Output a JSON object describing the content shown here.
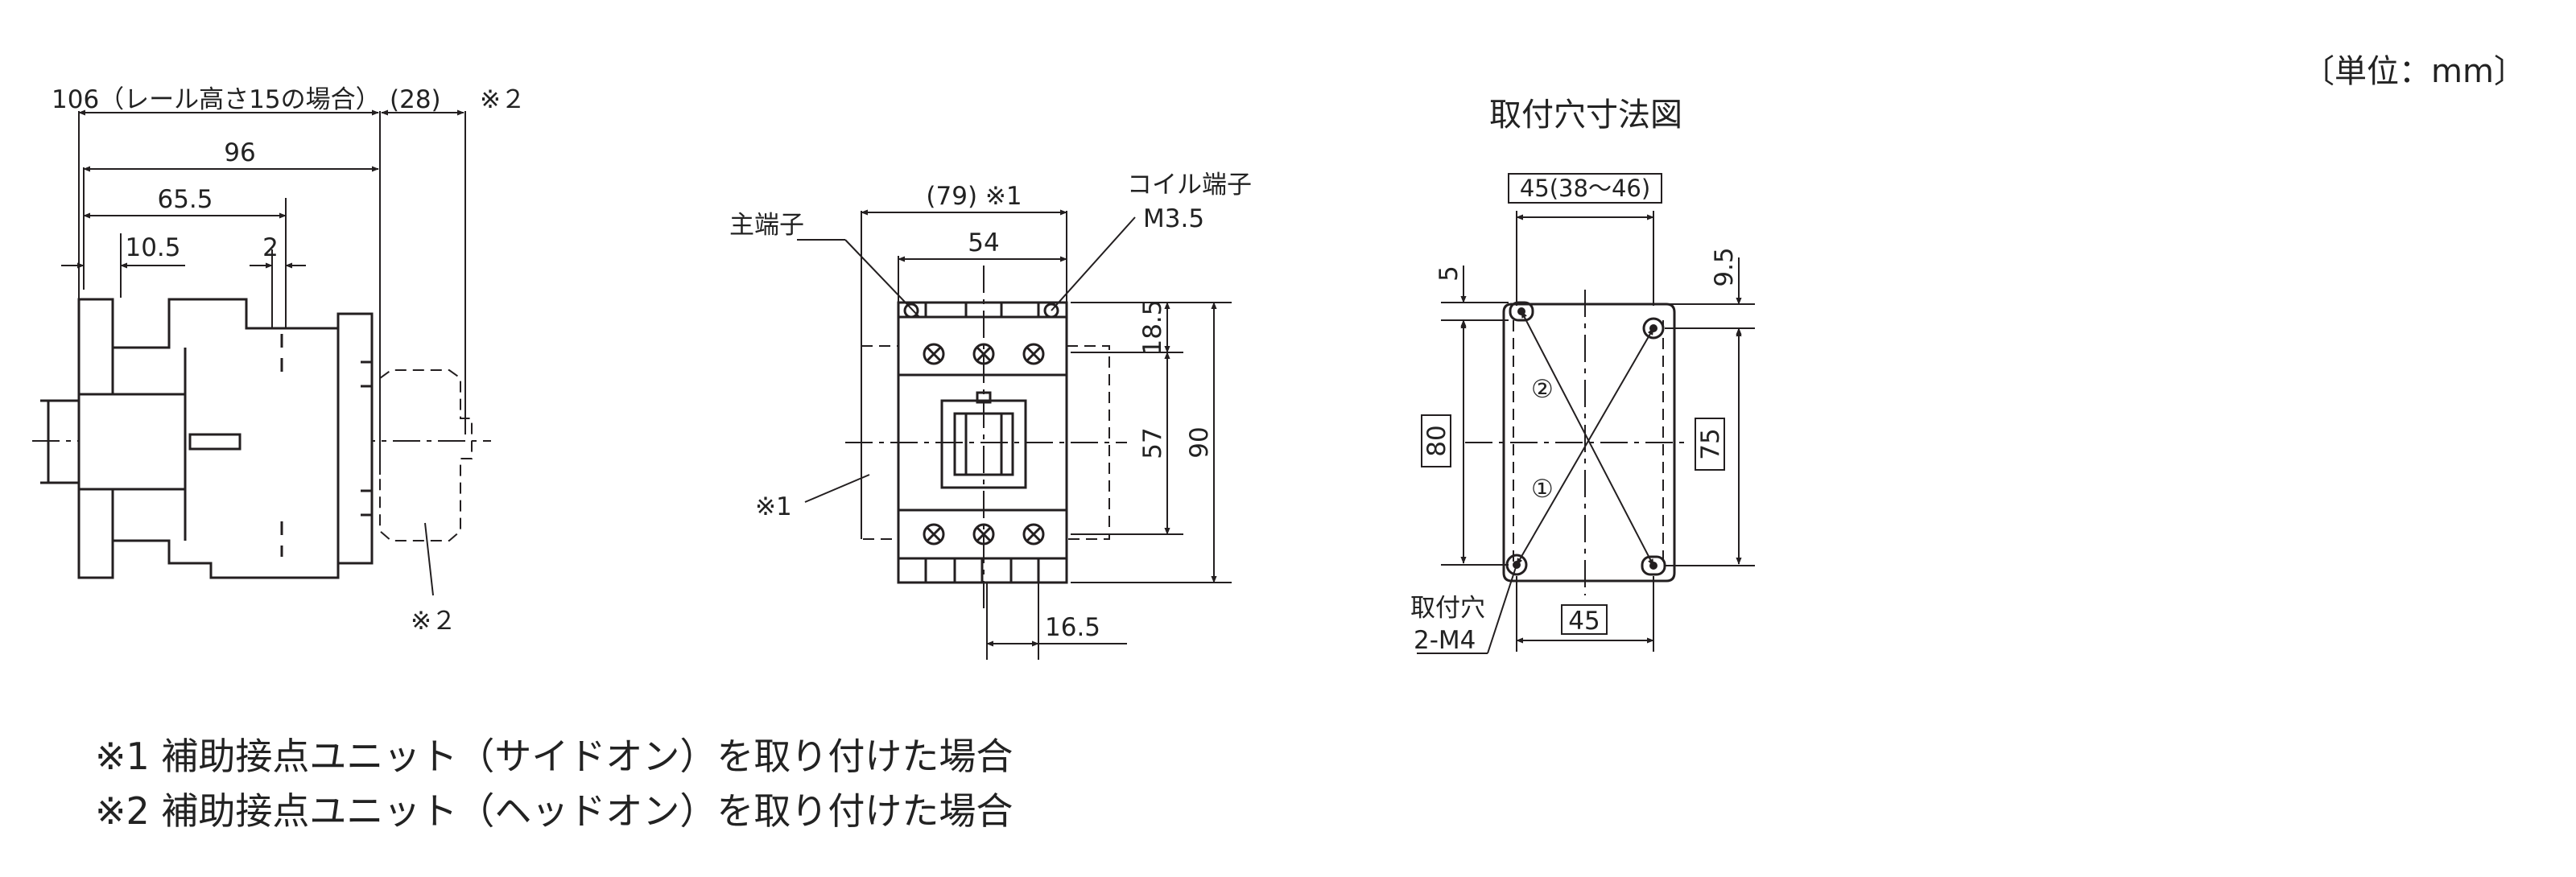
{
  "unit_label": "〔単位：mm〕",
  "side_view": {
    "dim_total": "106（レール高さ15の場合）",
    "dim_head": "(28)",
    "dim_head_note": "※２",
    "dim_96": "96",
    "dim_65_5": "65.5",
    "dim_10_5": "10.5",
    "dim_2": "2",
    "callout_head": "※２"
  },
  "front_view": {
    "dim_79": "(79) ※1",
    "dim_54": "54",
    "dim_18_5": "18.5",
    "dim_57": "57",
    "dim_90": "90",
    "dim_16_5": "16.5",
    "label_main_terminal": "主端子",
    "label_coil_terminal": "コイル端子",
    "label_coil_screw": "M3.5",
    "callout_side": "※1"
  },
  "mount_view": {
    "title": "取付穴寸法図",
    "dim_top": "45(38〜46)",
    "dim_5": "5",
    "dim_9_5": "9.5",
    "dim_80": "80",
    "dim_75": "75",
    "dim_bottom": "45",
    "hole_label_1": "取付穴",
    "hole_label_2": "2-M4",
    "marker_1": "①",
    "marker_2": "②"
  },
  "notes": [
    "※1 補助接点ユニット（サイドオン）を取り付けた場合",
    "※2 補助接点ユニット（ヘッドオン）を取り付けた場合"
  ]
}
